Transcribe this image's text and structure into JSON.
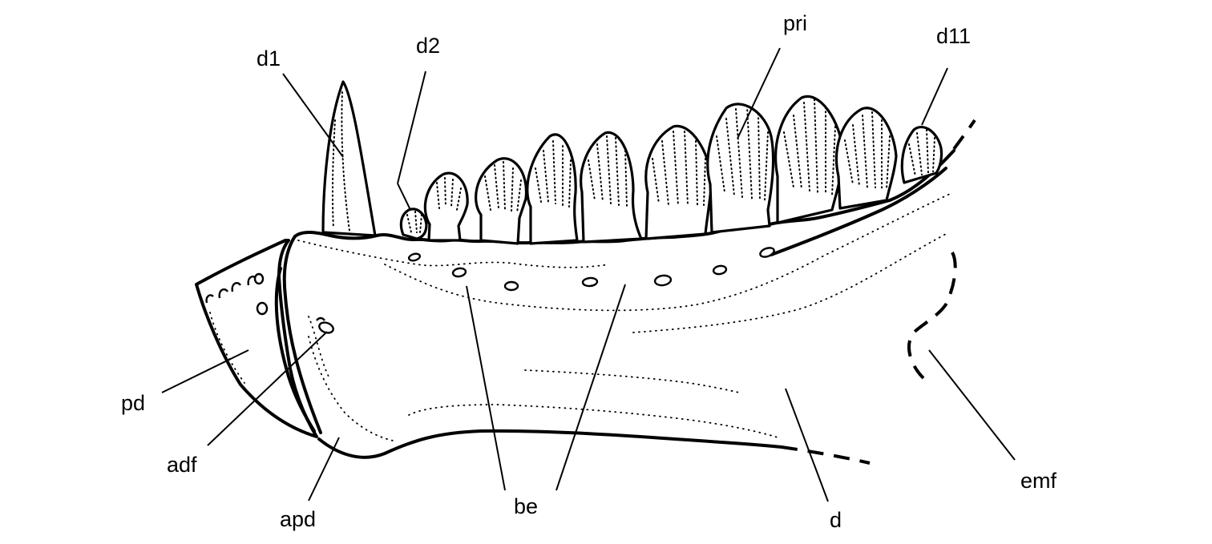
{
  "labels": {
    "d1": "d1",
    "d2": "d2",
    "pri": "pri",
    "d11": "d11",
    "pd": "pd",
    "adf": "adf",
    "apd": "apd",
    "be": "be",
    "d": "d",
    "emf": "emf"
  }
}
